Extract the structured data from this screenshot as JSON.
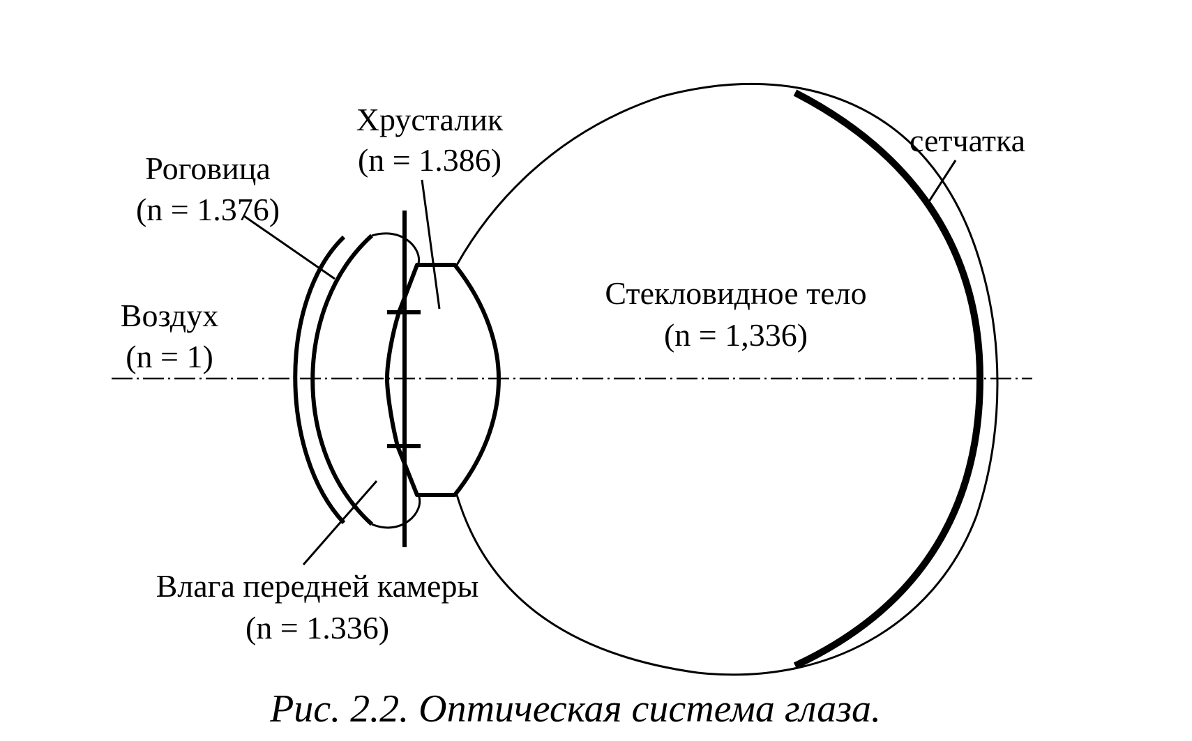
{
  "labels": {
    "lens_name": "Хрусталик",
    "lens_index": "(n = 1.386)",
    "cornea_name": "Роговица",
    "cornea_index": "(n = 1.376)",
    "air_name": "Воздух",
    "air_index": "(n = 1)",
    "retina_name": "сетчатка",
    "vitreous_name": "Стекловидное тело",
    "vitreous_index": "(n = 1,336)",
    "aqueous_name": "Влага передней камеры",
    "aqueous_index": "(n = 1.336)"
  },
  "caption": "Рис. 2.2. Оптическая система глаза."
}
